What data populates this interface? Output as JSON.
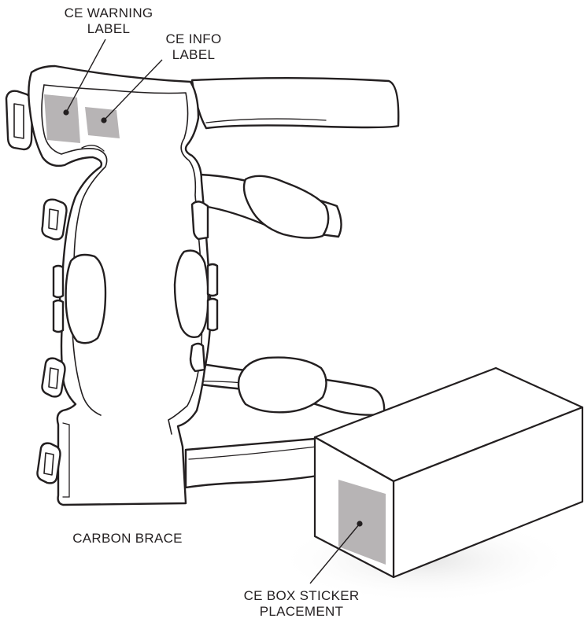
{
  "labels": {
    "ce_warning_line1": "CE WARNING",
    "ce_warning_line2": "LABEL",
    "ce_info_line1": "CE INFO",
    "ce_info_line2": "LABEL",
    "carbon_brace": "CARBON BRACE",
    "ce_box_line1": "CE BOX STICKER",
    "ce_box_line2": "PLACEMENT"
  },
  "colors": {
    "line": "#231f20",
    "sticker_fill": "#b7b4b5",
    "background": "#ffffff"
  }
}
